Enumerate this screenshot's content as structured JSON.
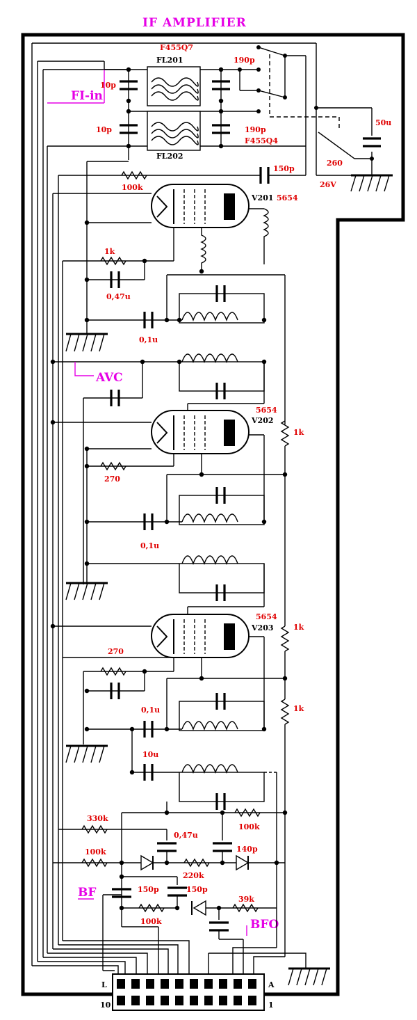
{
  "title": "IF   AMPLIFIER",
  "signals": {
    "fi_in": "FI-in",
    "avc": "AVC",
    "bf": "BF",
    "bfo": "BFO"
  },
  "filters": {
    "fl201": "FL201",
    "fl202": "FL202",
    "f455q7": "F455Q7",
    "f455q4": "F455Q4"
  },
  "tubes": {
    "v201": "V201",
    "v201_type": "5654",
    "v202": "V202",
    "v202_type": "5654",
    "v203": "V203",
    "v203_type": "5654"
  },
  "components": {
    "c_10p_top": "10p",
    "c_10p_bottom": "10p",
    "c_190p_top": "190p",
    "c_190p_bottom": "190p",
    "c_50u": "50u",
    "r_260": "260",
    "v_26v": "26V",
    "c_150p_top": "150p",
    "r_100k_top": "100k",
    "r_1k_v201": "1k",
    "c_047u_v201": "0,47u",
    "c_01u_v201": "0,1u",
    "r_1k_v202": "1k",
    "r_270_v202": "270",
    "c_01u_v202": "0,1u",
    "r_1k_v203_plate": "1k",
    "r_270_v203": "270",
    "r_1k_v203_b": "1k",
    "c_01u_v203": "0,1u",
    "c_10u": "10u",
    "r_330k": "330k",
    "r_100k_det": "100k",
    "c_047u_det": "0,47u",
    "r_100k_left": "100k",
    "c_140p": "140p",
    "r_220k": "220k",
    "c_150p_bf": "150p",
    "c_150p_bf2": "150p",
    "r_39k": "39k",
    "r_100k_bottom": "100k"
  },
  "connector": {
    "left_top": "L",
    "right_top": "A",
    "left_bottom": "10",
    "right_bottom": "1"
  }
}
